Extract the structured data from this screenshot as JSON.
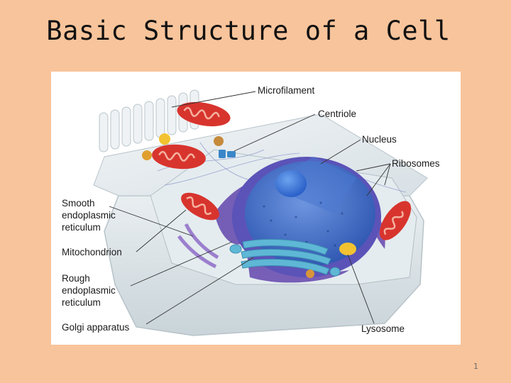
{
  "slide": {
    "title": "Basic Structure of a Cell",
    "page_number": "1"
  },
  "diagram": {
    "labels": {
      "microfilament": "Microfilament",
      "centriole": "Centriole",
      "nucleus": "Nucleus",
      "ribosomes": "Ribosomes",
      "smooth_er_line1": "Smooth",
      "smooth_er_line2": "endoplasmic",
      "smooth_er_line3": "reticulum",
      "mitochondrion": "Mitochondrion",
      "rough_er_line1": "Rough",
      "rough_er_line2": "endoplasmic",
      "rough_er_line3": "reticulum",
      "golgi": "Golgi apparatus",
      "lysosome": "Lysosome"
    },
    "colors": {
      "background": "#f8c49b",
      "cytoplasm": "#dfe7ea",
      "nucleus": "#3f6fc8",
      "mitochondria": "#d8342e",
      "er": "#6a4fb0",
      "golgi": "#5fb7d6",
      "lysosome": "#f2c230"
    }
  }
}
